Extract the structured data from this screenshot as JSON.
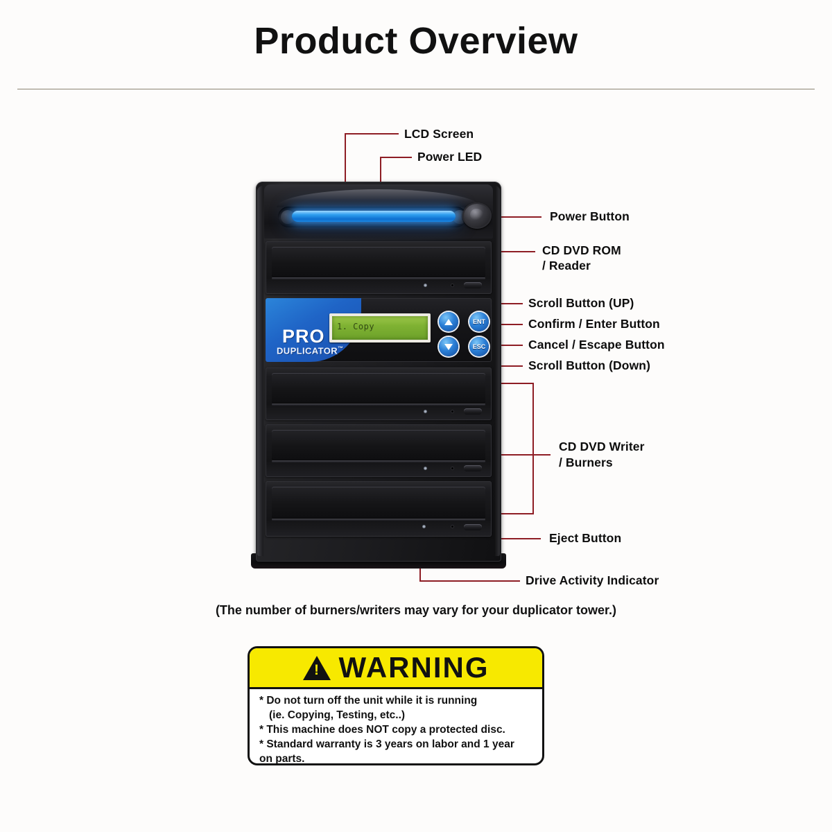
{
  "header": {
    "title": "Product Overview"
  },
  "callouts": [
    {
      "id": "lcd-screen",
      "label": "LCD Screen"
    },
    {
      "id": "power-led",
      "label": "Power LED"
    },
    {
      "id": "power-button",
      "label": "Power Button"
    },
    {
      "id": "cd-dvd-rom-reader",
      "label": "CD DVD ROM",
      "label2": "/ Reader"
    },
    {
      "id": "scroll-button-up",
      "label": "Scroll Button (UP)"
    },
    {
      "id": "confirm-enter-button",
      "label": "Confirm / Enter Button"
    },
    {
      "id": "cancel-escape-button",
      "label": "Cancel / Escape Button"
    },
    {
      "id": "scroll-button-down",
      "label": "Scroll Button (Down)"
    },
    {
      "id": "cd-dvd-writer-burners",
      "label": "CD DVD Writer",
      "label2": "/ Burners"
    },
    {
      "id": "eject-button",
      "label": "Eject Button"
    },
    {
      "id": "drive-activity-indicator",
      "label": "Drive Activity Indicator"
    }
  ],
  "device": {
    "brand_primary": "PRO",
    "brand_secondary": "DUPLICATOR",
    "brand_tm": "™",
    "lcd_text": "1. Copy",
    "buttons": {
      "up": "▲",
      "enter": "ENT",
      "down": "▼",
      "escape": "ESC"
    }
  },
  "footnote": "(The number of burners/writers may vary for your duplicator tower.)",
  "warning": {
    "heading": "WARNING",
    "icon": "warning-triangle-icon",
    "lines": [
      "* Do not turn off the unit while it is running",
      "(ie. Copying, Testing, etc..)",
      "* This machine does NOT copy a protected disc.",
      "* Standard warranty is 3 years on labor and 1 year",
      "on parts."
    ]
  },
  "colors": {
    "background": "#fdfcfb",
    "rule": "#8a8472",
    "leader_line": "#8e1d24",
    "warning_yellow": "#f7e900",
    "brand_blue": "#1f64c6",
    "led_blue": "#2f9ff0",
    "lcd_green": "#7fb233"
  }
}
